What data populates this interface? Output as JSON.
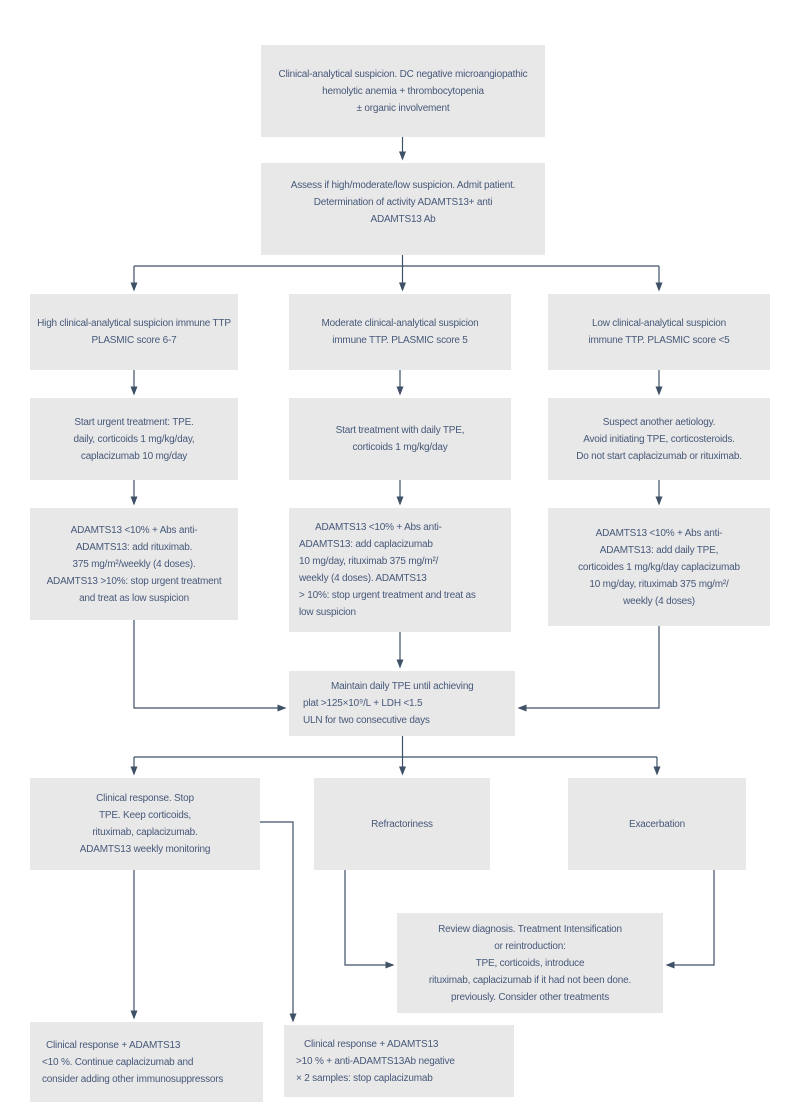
{
  "colors": {
    "box_fill": "#e9e8e8",
    "text_color": "#46597a",
    "line_color": "#3e5166",
    "background": "#ffffff"
  },
  "flowchart": {
    "nodes": {
      "suspicion": {
        "label": "Clinical-analytical suspicion. DC negative microangiopathic\nhemolytic anemia + thrombocytopenia\n± organic involvement"
      },
      "assess": {
        "label": "Assess if high/moderate/low suspicion. Admit patient.\nDetermination of activity ADAMTS13+ anti\nADAMTS13 Ab"
      },
      "high_suspicion": {
        "label": "High clinical-analytical suspicion immune TTP\nPLASMIC score 6-7"
      },
      "moderate_suspicion": {
        "label": "Moderate clinical-analytical suspicion\nimmune TTP. PLASMIC score 5"
      },
      "low_suspicion": {
        "label": "Low clinical-analytical suspicion\nimmune TTP. PLASMIC score <5"
      },
      "urgent_treatment": {
        "label": "Start urgent treatment: TPE.\ndaily, corticoids 1 mg/kg/day,\ncaplacizumab 10 mg/day"
      },
      "daily_treatment": {
        "label": "Start treatment with daily TPE,\ncorticoids 1 mg/kg/day"
      },
      "suspect_other": {
        "label": "Suspect another aetiology.\nAvoid initiating TPE, corticosteroids.\nDo not start caplacizumab or rituximab."
      },
      "adamts_high": {
        "label": "ADAMTS13 <10% + Abs anti-\nADAMTS13: add rituximab.\n375 mg/m²/weekly (4 doses).\nADAMTS13 >10%: stop urgent treatment\nand treat as low suspicion"
      },
      "adamts_moderate": {
        "label": "ADAMTS13 <10% + Abs anti-\nADAMTS13: add caplacizumab\n10 mg/day, rituximab 375 mg/m²/\nweekly (4 doses). ADAMTS13\n> 10%: stop urgent treatment and treat as\nlow suspicion"
      },
      "adamts_low": {
        "label": "ADAMTS13 <10% + Abs anti-\nADAMTS13: add daily TPE,\ncorticoides 1 mg/kg/day caplacizumab\n10 mg/day, rituximab 375 mg/m²/\nweekly (4 doses)"
      },
      "maintain_tpe": {
        "label": "Maintain daily TPE until achieving\nplat >125×10⁹/L + LDH <1.5\nULN for two consecutive days"
      },
      "clinical_response": {
        "label": "Clinical response. Stop\nTPE. Keep corticoids,\nrituximab, caplacizumab.\nADAMTS13 weekly monitoring"
      },
      "refractoriness": {
        "label": "Refractoriness"
      },
      "exacerbation": {
        "label": "Exacerbation"
      },
      "review": {
        "label": "Review diagnosis. Treatment Intensification\nor reintroduction:\nTPE, corticoids, introduce\nrituximab, caplacizumab if it had not been done.\npreviously. Consider other treatments"
      },
      "response_low_adamts": {
        "label": "Clinical response + ADAMTS13\n<10 %. Continue caplacizumab and\nconsider adding other immunosuppressors"
      },
      "response_high_adamts": {
        "label": "Clinical response + ADAMTS13\n>10 % + anti-ADAMTS13Ab negative\n× 2 samples: stop caplacizumab"
      }
    }
  }
}
